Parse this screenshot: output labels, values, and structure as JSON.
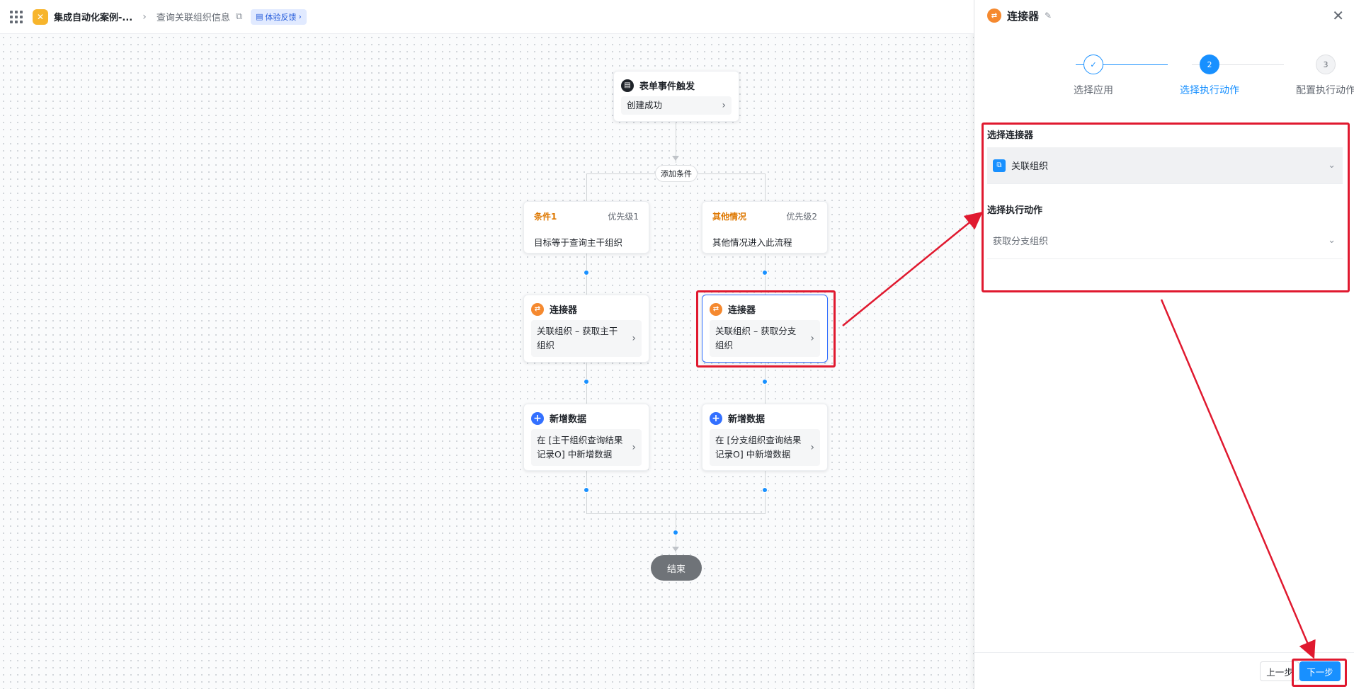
{
  "topbar": {
    "app_name": "集成自动化案例-...",
    "flow_name": "查询关联组织信息",
    "feedback": "体验反馈"
  },
  "canvas": {
    "trigger": {
      "title": "表单事件触发",
      "body": "创建成功"
    },
    "add_condition": "添加条件",
    "branch1": {
      "cond_label": "条件1",
      "priority": "优先级1",
      "cond_text": "目标等于查询主干组织",
      "connector_title": "连接器",
      "connector_body": "关联组织 – 获取主干组织",
      "add_title": "新增数据",
      "add_body": "在 [主干组织查询结果记录O] 中新增数据"
    },
    "branch2": {
      "cond_label": "其他情况",
      "priority": "优先级2",
      "cond_text": "其他情况进入此流程",
      "connector_title": "连接器",
      "connector_body": "关联组织 – 获取分支组织",
      "add_title": "新增数据",
      "add_body": "在 [分支组织查询结果记录O] 中新增数据"
    },
    "end": "结束"
  },
  "panel": {
    "title": "连接器",
    "steps": [
      {
        "num": "✓",
        "label": "选择应用"
      },
      {
        "num": "2",
        "label": "选择执行动作"
      },
      {
        "num": "3",
        "label": "配置执行动作"
      }
    ],
    "connector_field_title": "选择连接器",
    "connector_value": "关联组织",
    "action_field_title": "选择执行动作",
    "action_value": "获取分支组织",
    "prev_label": "上一步",
    "next_label": "下一步"
  }
}
